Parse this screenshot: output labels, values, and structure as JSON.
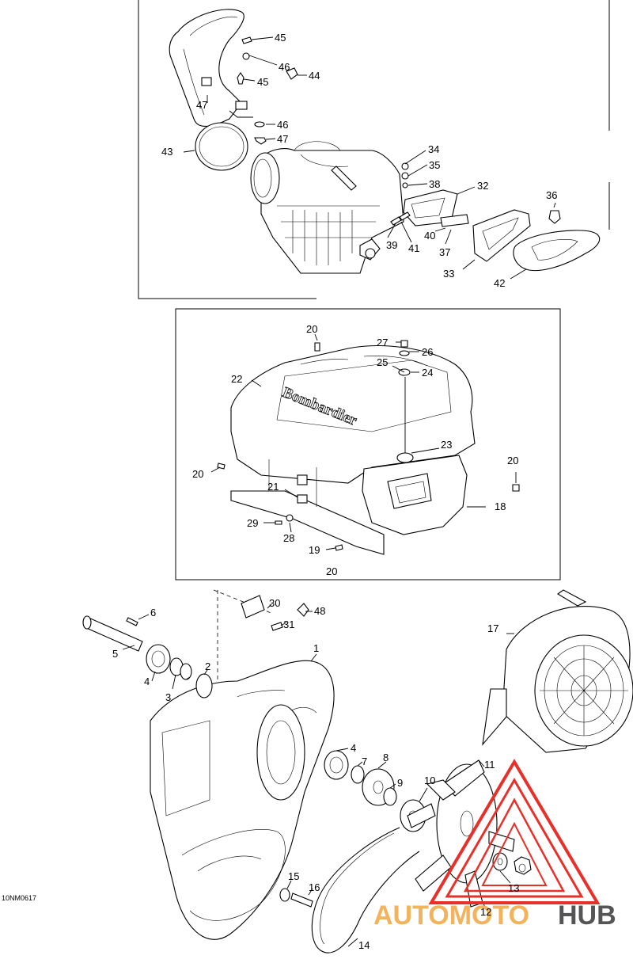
{
  "diagram_code": "10NM0617",
  "watermark": {
    "text_part1": "AUTOMOTO",
    "text_part2": "HUB",
    "color_accent": "#e8302a",
    "color_secondary": "#f2b35c",
    "color_dark": "#555555"
  },
  "callouts": {
    "n1": "1",
    "n2": "2",
    "n3": "3",
    "n4a": "4",
    "n4b": "4",
    "n5": "5",
    "n6": "6",
    "n7": "7",
    "n8": "8",
    "n9": "9",
    "n10": "10",
    "n11": "11",
    "n12": "12",
    "n13": "13",
    "n14": "14",
    "n15": "15",
    "n16": "16",
    "n17": "17",
    "n18": "18",
    "n19": "19",
    "n20a": "20",
    "n20b": "20",
    "n20c": "20",
    "n20d": "20",
    "n21": "21",
    "n22": "22",
    "n23": "23",
    "n24": "24",
    "n25": "25",
    "n26": "26",
    "n27": "27",
    "n28": "28",
    "n29": "29",
    "n30": "30",
    "n31": "31",
    "n32": "32",
    "n33": "33",
    "n34": "34",
    "n35": "35",
    "n36": "36",
    "n37": "37",
    "n38": "38",
    "n39": "39",
    "n40": "40",
    "n41": "41",
    "n42": "42",
    "n43": "43",
    "n44": "44",
    "n45a": "45",
    "n45b": "45",
    "n46a": "46",
    "n46b": "46",
    "n47a": "47",
    "n47b": "47",
    "n48": "48"
  },
  "cover_brand_text": "Bombardier"
}
